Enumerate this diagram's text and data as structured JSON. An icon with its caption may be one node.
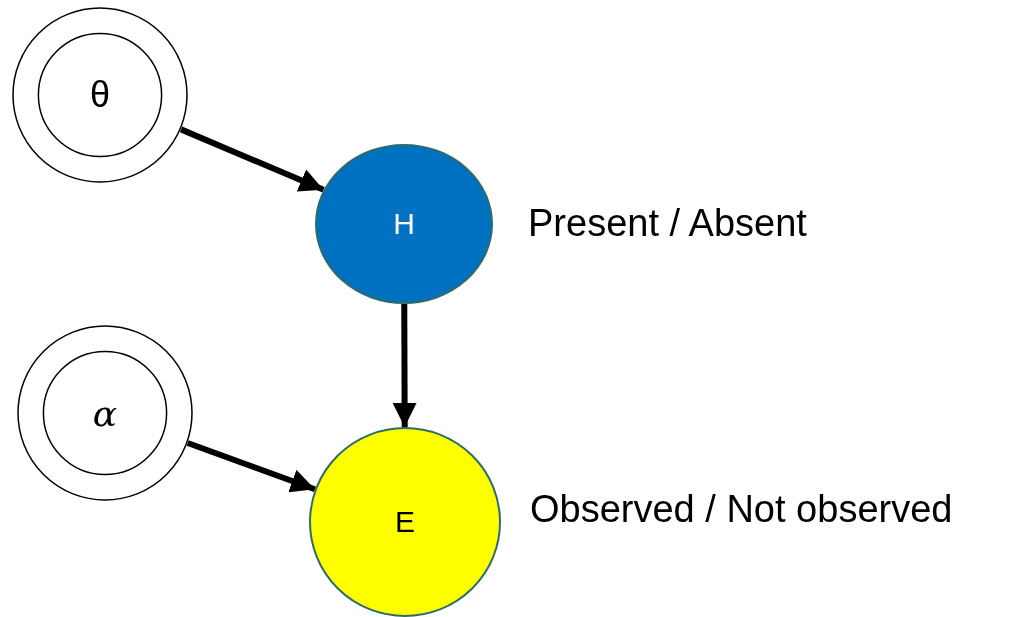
{
  "diagram": {
    "nodes": [
      {
        "text": [
          "θ"
        ]
      },
      {
        "text": [
          "H"
        ],
        "beside": [
          "Present / Absent"
        ]
      },
      {
        "text": [
          "α"
        ]
      },
      {
        "text": [
          "E"
        ],
        "beside": [
          "Observed / Not observed"
        ]
      }
    ],
    "edges": [
      {
        "from": 0,
        "to": 1,
        "arrow": "to"
      },
      {
        "from": 1,
        "to": 3,
        "arrow": "to"
      },
      {
        "from": 2,
        "to": 3,
        "arrow": "to"
      }
    ]
  }
}
